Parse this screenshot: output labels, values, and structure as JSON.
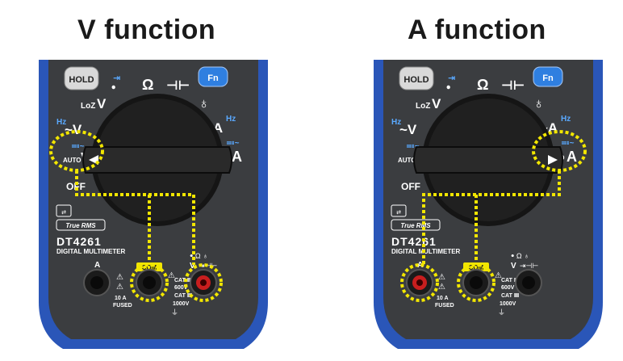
{
  "panels": [
    {
      "title": "V function",
      "meter": {
        "hold_label": "HOLD",
        "fn_label": "Fn",
        "loz_label": "LoZ",
        "mode_v": "V",
        "ohm_symbol": "Ω",
        "ac_hz_prefix": "Hz",
        "ac_v_label": "~V",
        "ac_a_label": "~A",
        "ac_a_hz": "Hz",
        "auto_label": "AUTO",
        "auto_v_unit": "V",
        "auto_a_unit": "A",
        "off_label": "OFF",
        "true_rms_label": "True RMS",
        "model": "DT4261",
        "description": "DIGITAL MULTIMETER",
        "jack_a_label": "A",
        "com_label": "COM",
        "v_jack_label": "V",
        "cat_line1": "CAT Ⅱ",
        "cat_line2": "600V",
        "cat_line3": "CAT Ⅲ",
        "cat_line4": "1000V",
        "fused_line1": "10 A",
        "fused_line2": "FUSED"
      }
    },
    {
      "title": "A function",
      "meter": {
        "hold_label": "HOLD",
        "fn_label": "Fn",
        "loz_label": "LoZ",
        "mode_v": "V",
        "ohm_symbol": "Ω",
        "ac_hz_prefix": "Hz",
        "ac_v_label": "~V",
        "ac_a_label": "~A",
        "ac_a_hz": "Hz",
        "auto_label": "AUTO",
        "auto_v_unit": "V",
        "auto_a_unit": "A",
        "off_label": "OFF",
        "true_rms_label": "True RMS",
        "model": "DT4261",
        "description": "DIGITAL MULTIMETER",
        "jack_a_label": "A",
        "com_label": "COM",
        "v_jack_label": "V",
        "cat_line1": "CAT Ⅱ",
        "cat_line2": "600V",
        "cat_line3": "CAT Ⅲ",
        "cat_line4": "1000V",
        "fused_line1": "10 A",
        "fused_line2": "FUSED"
      }
    }
  ],
  "colors": {
    "housing_blue": "#2a56b8",
    "face_dark": "#3b3d40",
    "dial_black": "#151515",
    "highlight_yellow": "#f2e600",
    "fn_button_blue": "#2f7fe0",
    "jack_red": "#c81e1e",
    "com_badge_yellow": "#f2e600"
  }
}
